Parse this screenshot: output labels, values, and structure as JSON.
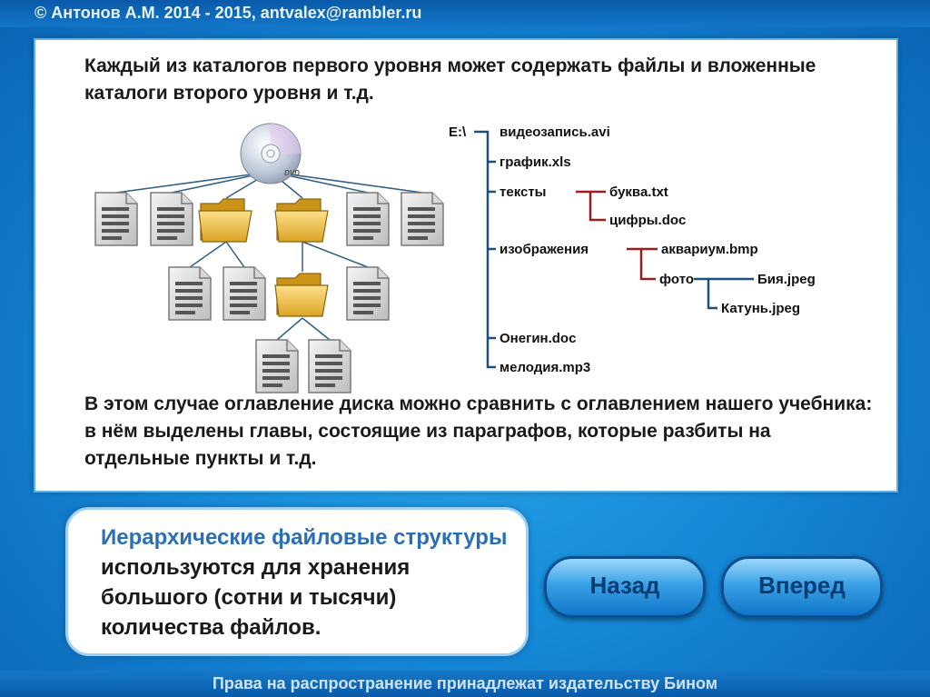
{
  "header": {
    "copyright": "© Антонов А.М. 2014 - 2015, antvalex@rambler.ru"
  },
  "panel": {
    "intro": "Каждый из каталогов первого уровня может содержать файлы и вложенные каталоги второго уровня и т.д.",
    "conclusion": "В этом случае оглавление диска можно сравнить с оглавлением нашего учебника: в нём выделены главы, состоящие из параграфов, которые разбиты на отдельные пункты и т.д."
  },
  "diagram": {
    "disc_label": "DVD"
  },
  "tree": {
    "root": "E:\\",
    "level1": [
      "видеозапись.avi",
      "график.xls",
      "тексты",
      "изображения",
      "Онегин.doc",
      "мелодия.mp3"
    ],
    "texts_children": [
      "буква.txt",
      "цифры.doc"
    ],
    "images_children": [
      "аквариум.bmp",
      "фото"
    ],
    "photo_children": [
      "Бия.jpeg",
      "Катунь.jpeg"
    ]
  },
  "callout": {
    "highlight": "Иерархические файловые структуры",
    "rest": " используются для хранения большого (сотни и тысячи) количества файлов."
  },
  "nav": {
    "back_label": "Назад",
    "forward_label": "Вперед"
  },
  "footer": {
    "rights": "Права на распространение принадлежат издательству Бином"
  },
  "colors": {
    "tree_line_blue": "#1f4e79",
    "tree_line_red": "#9b1c1c",
    "highlight_text": "#2a6fb4"
  }
}
